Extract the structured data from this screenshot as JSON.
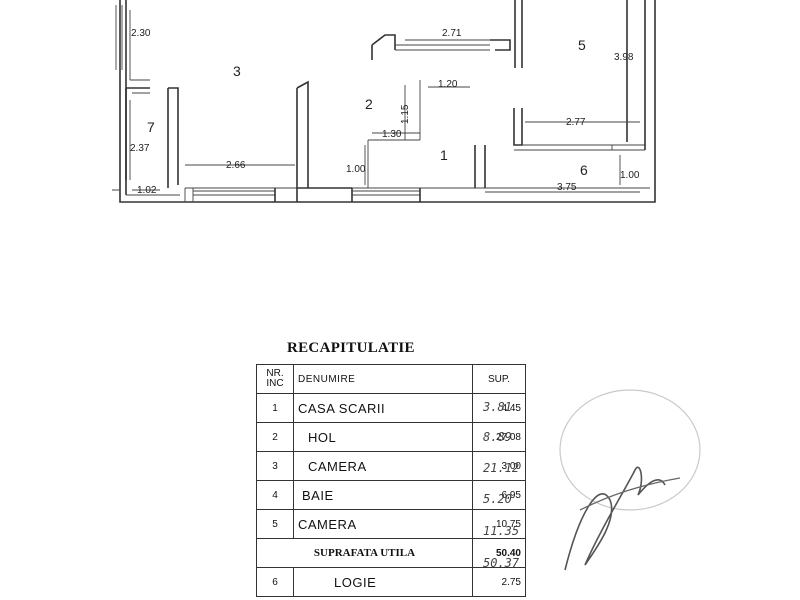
{
  "plan": {
    "rooms": [
      {
        "id": "r1",
        "number": "1"
      },
      {
        "id": "r2",
        "number": "2"
      },
      {
        "id": "r3",
        "number": "3"
      },
      {
        "id": "r5",
        "number": "5"
      },
      {
        "id": "r6",
        "number": "6"
      },
      {
        "id": "r7",
        "number": "7"
      }
    ],
    "dimensions": {
      "d_230": "2.30",
      "d_271": "2.71",
      "d_398": "3.98",
      "d_120": "1.20",
      "d_115": "1.15",
      "d_130": "1.30",
      "d_100a": "1.00",
      "d_237": "2.37",
      "d_266": "2.66",
      "d_277": "2.77",
      "d_100b": "1.00",
      "d_102": "1.02",
      "d_375": "3.75"
    }
  },
  "recap": {
    "title": "RECAPITULATIE",
    "headers": {
      "nr": "NR. INC",
      "denumire": "DENUMIRE",
      "sup": "SUP."
    },
    "rows": [
      {
        "nr": "1",
        "name": "CASA SCARII",
        "sup": "4.45",
        "hand": "3.81"
      },
      {
        "nr": "2",
        "name": "HOL",
        "sup": "27.08",
        "hand": "8.89"
      },
      {
        "nr": "3",
        "name": "CAMERA",
        "sup": "3.00",
        "hand": "21.12"
      },
      {
        "nr": "4",
        "name": "BAIE",
        "sup": "6.95",
        "hand": "5.20"
      },
      {
        "nr": "5",
        "name": "CAMERA",
        "sup": "10.75",
        "hand": "11.35"
      }
    ],
    "summary": {
      "label": "SUPRAFATA UTILA",
      "sup": "50.40",
      "hand": "50.37"
    },
    "partial_row": {
      "nr": "6",
      "name": "LOGIE",
      "sup": "2.75"
    }
  }
}
